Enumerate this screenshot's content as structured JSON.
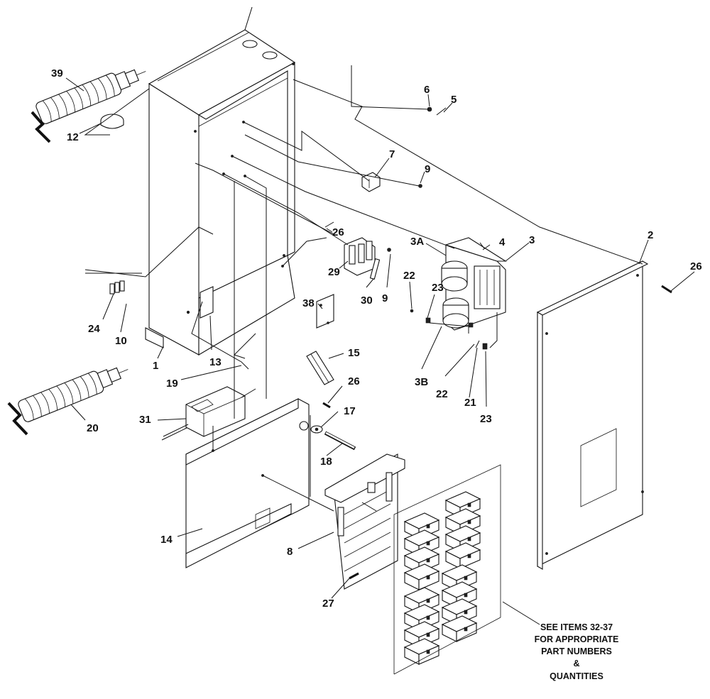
{
  "labels": {
    "l1": "1",
    "l2": "2",
    "l3": "3",
    "l3a": "3A",
    "l3b": "3B",
    "l4": "4",
    "l5": "5",
    "l6": "6",
    "l7": "7",
    "l8": "8",
    "l9a": "9",
    "l9b": "9",
    "l10": "10",
    "l12": "12",
    "l13": "13",
    "l14": "14",
    "l15": "15",
    "l17": "17",
    "l18": "18",
    "l19": "19",
    "l20": "20",
    "l21": "21",
    "l22a": "22",
    "l22b": "22",
    "l23a": "23",
    "l23b": "23",
    "l24": "24",
    "l26a": "26",
    "l26b": "26",
    "l26c": "26",
    "l27": "27",
    "l29": "29",
    "l30": "30",
    "l31": "31",
    "l38": "38",
    "l39": "39"
  },
  "note": {
    "line1": "SEE ITEMS 32-37",
    "line2": "FOR APPROPRIATE",
    "line3": "PART NUMBERS",
    "line4": "&",
    "line5": "QUANTITIES"
  }
}
